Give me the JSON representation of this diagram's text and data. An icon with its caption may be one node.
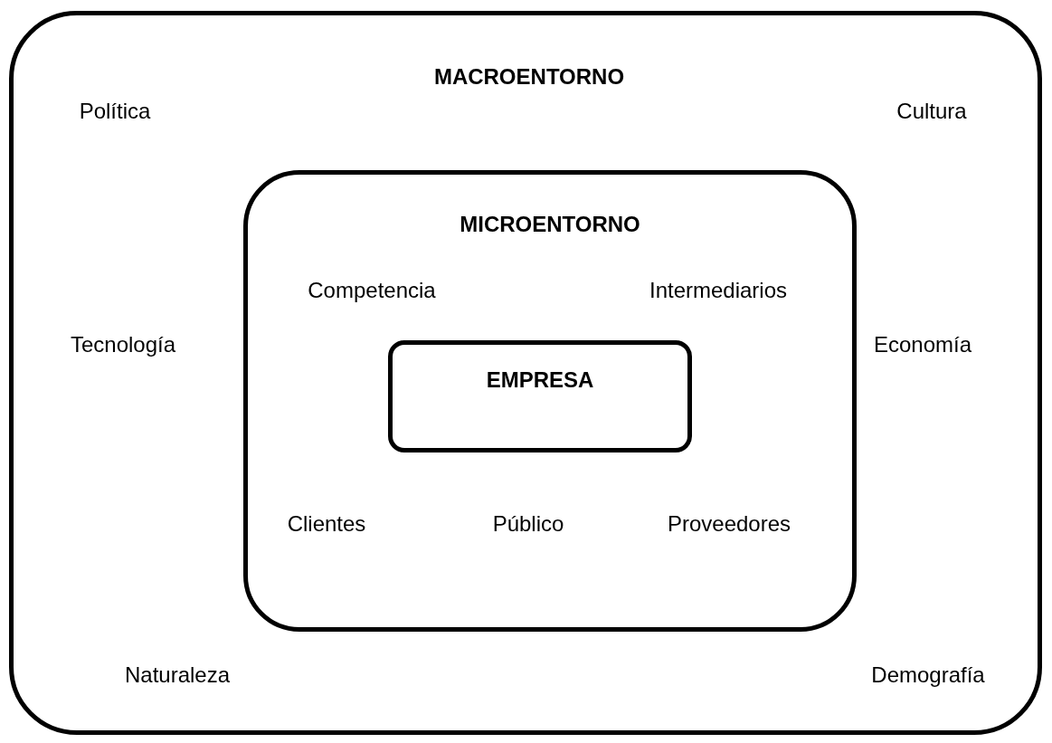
{
  "diagram": {
    "nodes": [
      {
        "text": [
          "MACROENTORNO",
          "Política",
          "Cultura",
          "Tecnología",
          "Economía",
          "Naturaleza",
          "Demografía"
        ]
      },
      {
        "text": [
          "MICROENTORNO",
          "Competencia",
          "Intermediarios",
          "Clientes",
          "Público",
          "Proveedores"
        ],
        "in": 0
      },
      {
        "text": [
          "EMPRESA"
        ],
        "in": 1
      }
    ]
  }
}
